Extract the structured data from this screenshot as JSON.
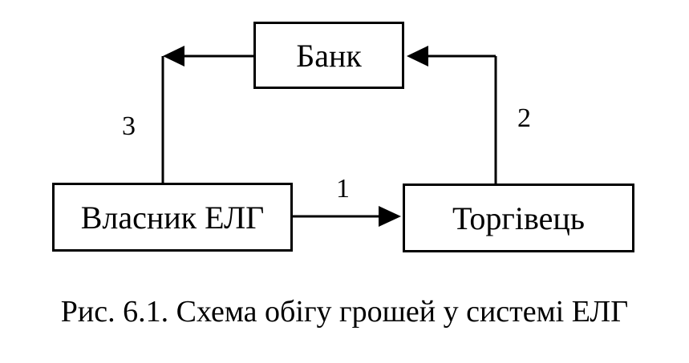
{
  "nodes": {
    "bank": "Банк",
    "owner": "Власник ЕЛГ",
    "merchant": "Торгівець"
  },
  "edges": [
    {
      "label": "1",
      "from": "Власник ЕЛГ",
      "to": "Торгівець"
    },
    {
      "label": "2",
      "from": "Торгівець",
      "to": "Банк"
    },
    {
      "label": "3",
      "from": "Банк",
      "to": "Власник ЕЛГ"
    }
  ],
  "caption": "Рис. 6.1. Схема обігу грошей у системі ЕЛГ"
}
